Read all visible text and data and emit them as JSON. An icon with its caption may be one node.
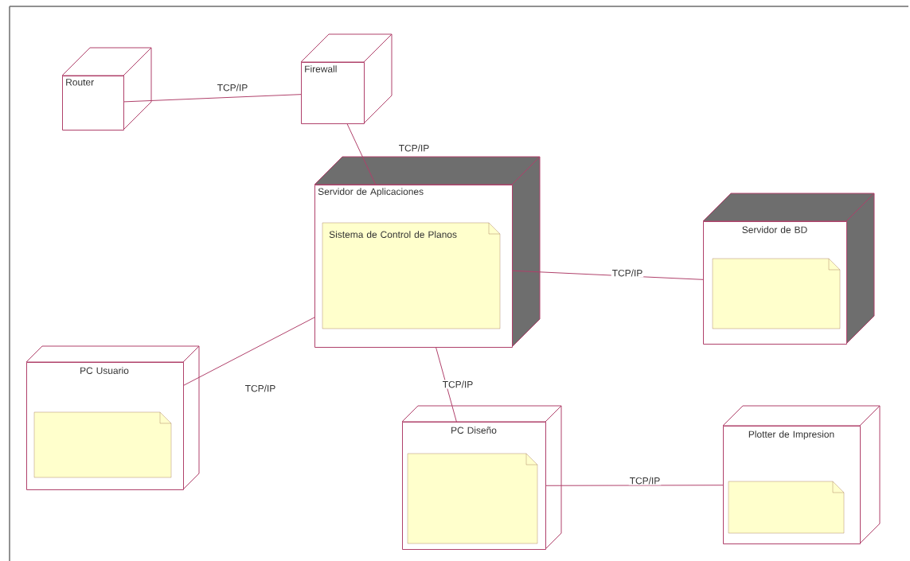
{
  "diagram": {
    "nodes": [
      {
        "text": [
          "Router"
        ]
      },
      {
        "text": [
          "Firewall"
        ]
      },
      {
        "text": [
          "Servidor de Aplicaciones"
        ]
      },
      {
        "text": [
          "Sistema de Control de Planos"
        ],
        "in": 2
      },
      {
        "text": [
          "Servidor de BD"
        ]
      },
      {
        "text": [],
        "shape": "note",
        "in": 4
      },
      {
        "text": [
          "PC Usuario"
        ]
      },
      {
        "text": [],
        "shape": "note",
        "in": 6
      },
      {
        "text": [
          "PC Diseño"
        ]
      },
      {
        "text": [],
        "shape": "note",
        "in": 8
      },
      {
        "text": [
          "Plotter de Impresion"
        ]
      },
      {
        "text": [],
        "shape": "note",
        "in": 10
      }
    ],
    "edges": [
      {
        "from": 0,
        "to": 1,
        "arrow": "none",
        "label": "TCP/IP"
      },
      {
        "from": 1,
        "to": 2,
        "arrow": "none",
        "label": "TCP/IP"
      },
      {
        "from": 2,
        "to": 4,
        "arrow": "none",
        "label": "TCP/IP"
      },
      {
        "from": 6,
        "to": 2,
        "arrow": "none",
        "label": "TCP/IP"
      },
      {
        "from": 2,
        "to": 8,
        "arrow": "none",
        "label": "TCP/IP"
      },
      {
        "from": 8,
        "to": 10,
        "arrow": "none",
        "label": "TCP/IP"
      }
    ]
  }
}
